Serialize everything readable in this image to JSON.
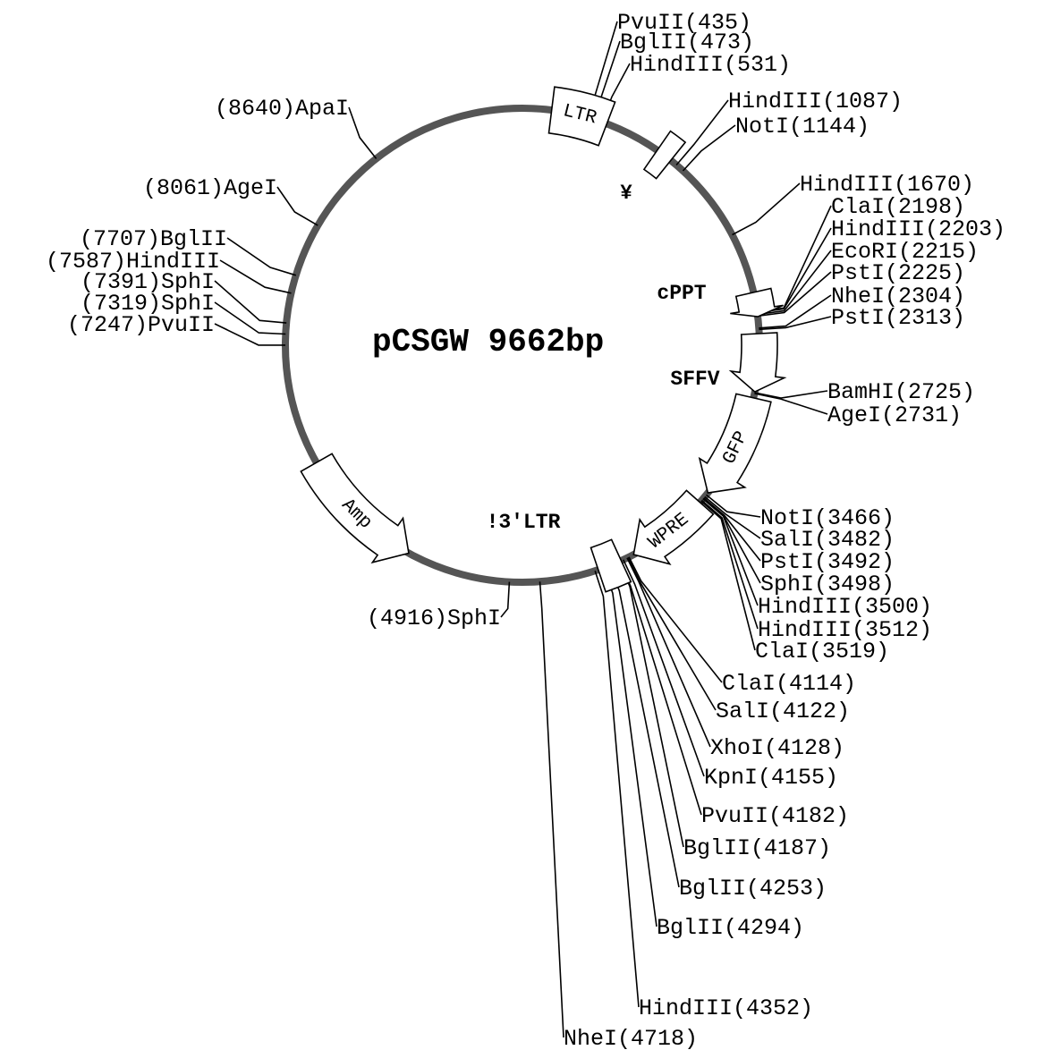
{
  "title": "pCSGW 9662bp",
  "total_bp": 9662,
  "colors": {
    "backbone": "#555555",
    "ink": "#000000",
    "fill": "#ffffff"
  },
  "features": [
    {
      "name": "LTR",
      "start": 190,
      "end": 560,
      "kind": "box",
      "label": "LTR"
    },
    {
      "name": "psi",
      "start": 930,
      "end": 1040,
      "kind": "box",
      "label": "¥"
    },
    {
      "name": "cPPT",
      "start": 2070,
      "end": 2230,
      "kind": "arrow-cw",
      "label": "cPPT"
    },
    {
      "name": "SFFV",
      "start": 2340,
      "end": 2720,
      "kind": "arrow-cw",
      "label": "SFFV"
    },
    {
      "name": "GFP",
      "start": 2760,
      "end": 3450,
      "kind": "arrow-cw",
      "label": "GFP"
    },
    {
      "name": "WPRE",
      "start": 3530,
      "end": 4080,
      "kind": "arrow-cw",
      "label": "WPRE"
    },
    {
      "name": "3LTR",
      "start": 4170,
      "end": 4330,
      "kind": "box",
      "label": "!3'LTR"
    },
    {
      "name": "Amp",
      "start": 5600,
      "end": 6450,
      "kind": "arrow-ccw",
      "label": "Amp"
    }
  ],
  "sites": [
    {
      "text": "PvuII(435)",
      "pos": 435
    },
    {
      "text": "BglII(473)",
      "pos": 473
    },
    {
      "text": "HindIII(531)",
      "pos": 531
    },
    {
      "text": "HindIII(1087)",
      "pos": 1087
    },
    {
      "text": "NotI(1144)",
      "pos": 1144
    },
    {
      "text": "HindIII(1670)",
      "pos": 1670
    },
    {
      "text": "ClaI(2198)",
      "pos": 2198
    },
    {
      "text": "HindIII(2203)",
      "pos": 2203
    },
    {
      "text": "EcoRI(2215)",
      "pos": 2215
    },
    {
      "text": "PstI(2225)",
      "pos": 2225
    },
    {
      "text": "NheI(2304)",
      "pos": 2304
    },
    {
      "text": "PstI(2313)",
      "pos": 2313
    },
    {
      "text": "BamHI(2725)",
      "pos": 2725
    },
    {
      "text": "AgeI(2731)",
      "pos": 2731
    },
    {
      "text": "NotI(3466)",
      "pos": 3466
    },
    {
      "text": "SalI(3482)",
      "pos": 3482
    },
    {
      "text": "PstI(3492)",
      "pos": 3492
    },
    {
      "text": "SphI(3498)",
      "pos": 3498
    },
    {
      "text": "HindIII(3500)",
      "pos": 3500
    },
    {
      "text": "HindIII(3512)",
      "pos": 3512
    },
    {
      "text": "ClaI(3519)",
      "pos": 3519
    },
    {
      "text": "ClaI(4114)",
      "pos": 4114
    },
    {
      "text": "SalI(4122)",
      "pos": 4122
    },
    {
      "text": "XhoI(4128)",
      "pos": 4128
    },
    {
      "text": "KpnI(4155)",
      "pos": 4155
    },
    {
      "text": "PvuII(4182)",
      "pos": 4182
    },
    {
      "text": "BglII(4187)",
      "pos": 4187
    },
    {
      "text": "BglII(4253)",
      "pos": 4253
    },
    {
      "text": "BglII(4294)",
      "pos": 4294
    },
    {
      "text": "HindIII(4352)",
      "pos": 4352
    },
    {
      "text": "NheI(4718)",
      "pos": 4718
    },
    {
      "text": "(4916)SphI",
      "pos": 4916
    },
    {
      "text": "(7247)PvuII",
      "pos": 7247
    },
    {
      "text": "(7319)SphI",
      "pos": 7319
    },
    {
      "text": "(7391)SphI",
      "pos": 7391
    },
    {
      "text": "(7587)HindIII",
      "pos": 7587
    },
    {
      "text": "(7707)BglII",
      "pos": 7707
    },
    {
      "text": "(8061)AgeI",
      "pos": 8061
    },
    {
      "text": "(8640)ApaI",
      "pos": 8640
    }
  ]
}
